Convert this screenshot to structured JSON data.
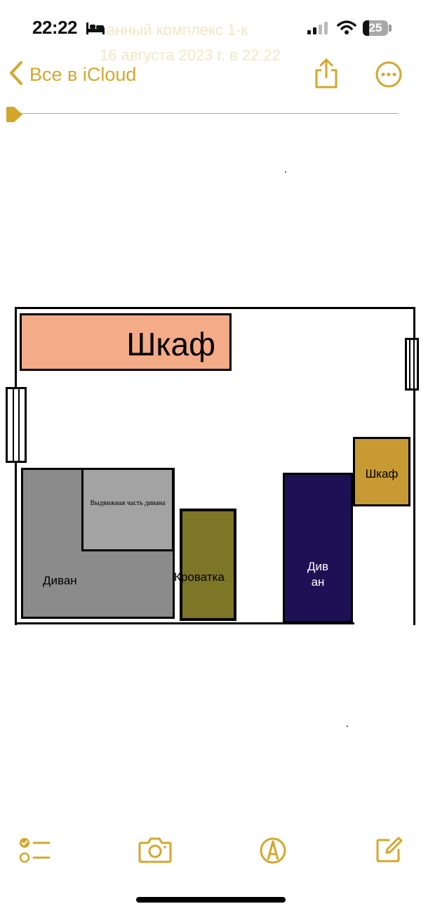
{
  "status_bar": {
    "time": "22:22",
    "battery": "25",
    "battery_level": 0.25,
    "ghost_title": "анный комплекс 1-к",
    "ghost_date": "16 августа 2023 г. в 22:22"
  },
  "nav": {
    "back_label": "Все в iCloud"
  },
  "floor_plan": {
    "wardrobe_large": "Шкаф",
    "sofa_extension": "Выдвижная часть дивана",
    "sofa_main": "Диван",
    "crib": "Кроватка",
    "sofa_right_line1": "Див",
    "sofa_right_line2": "ан",
    "wardrobe_small": "Шкаф"
  },
  "colors": {
    "accent": "#d4a72c",
    "wardrobe_large": "#f4ab88",
    "sofa_main": "#8b8b8b",
    "sofa_extension": "#a3a3a3",
    "crib": "#7d7626",
    "sofa_right": "#1d1055",
    "wardrobe_small": "#c89a34"
  },
  "toolbar": {
    "checklist_icon": "checklist-icon",
    "camera_icon": "camera-icon",
    "markup_icon": "markup-pen-icon",
    "compose_icon": "compose-icon"
  }
}
